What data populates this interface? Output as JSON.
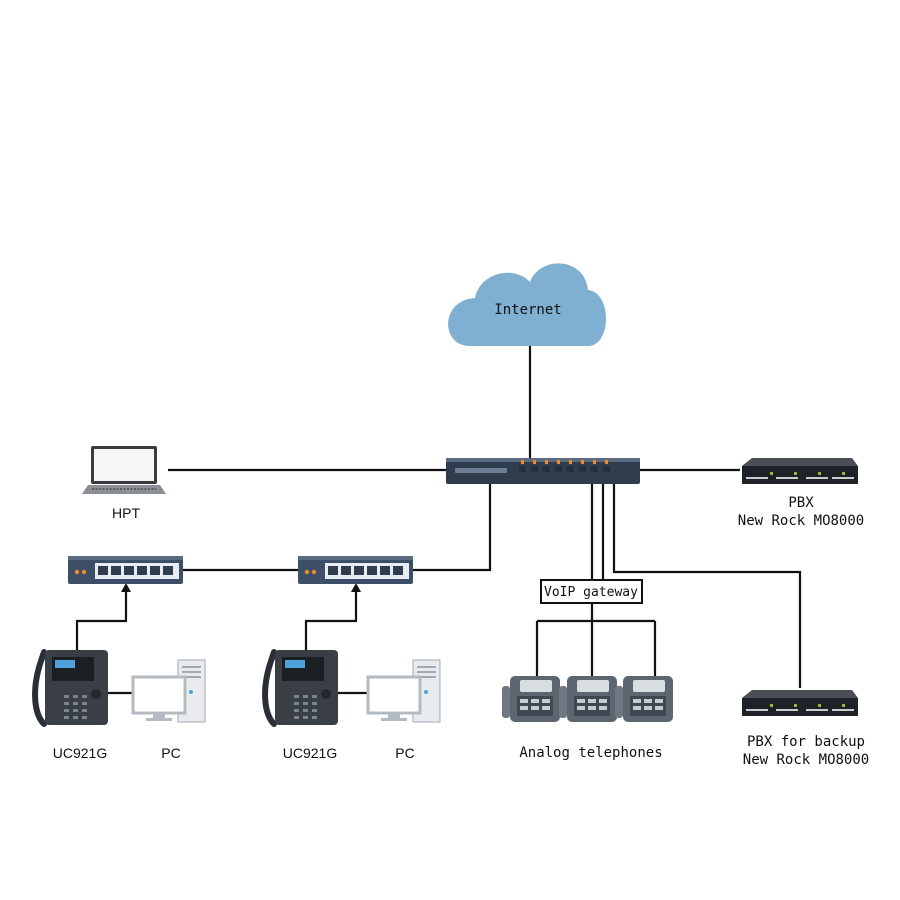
{
  "cloud": {
    "label": "Internet",
    "color": "#7fb0d2"
  },
  "laptop": {
    "label": "HPT"
  },
  "pbx_main": {
    "line1": "PBX",
    "line2": "New Rock MO8000"
  },
  "pbx_backup": {
    "line1": "PBX for backup",
    "line2": "New Rock MO8000"
  },
  "gateway": {
    "label": "VoIP gateway"
  },
  "analog": {
    "label": "Analog telephones"
  },
  "phones": [
    {
      "label": "UC921G"
    },
    {
      "label": "UC921G"
    }
  ],
  "pcs": [
    {
      "label": "PC"
    },
    {
      "label": "PC"
    }
  ],
  "colors": {
    "device_dark": "#2f3d4f",
    "switch_face": "#3d4f66",
    "port_led": "#f08a2c"
  }
}
